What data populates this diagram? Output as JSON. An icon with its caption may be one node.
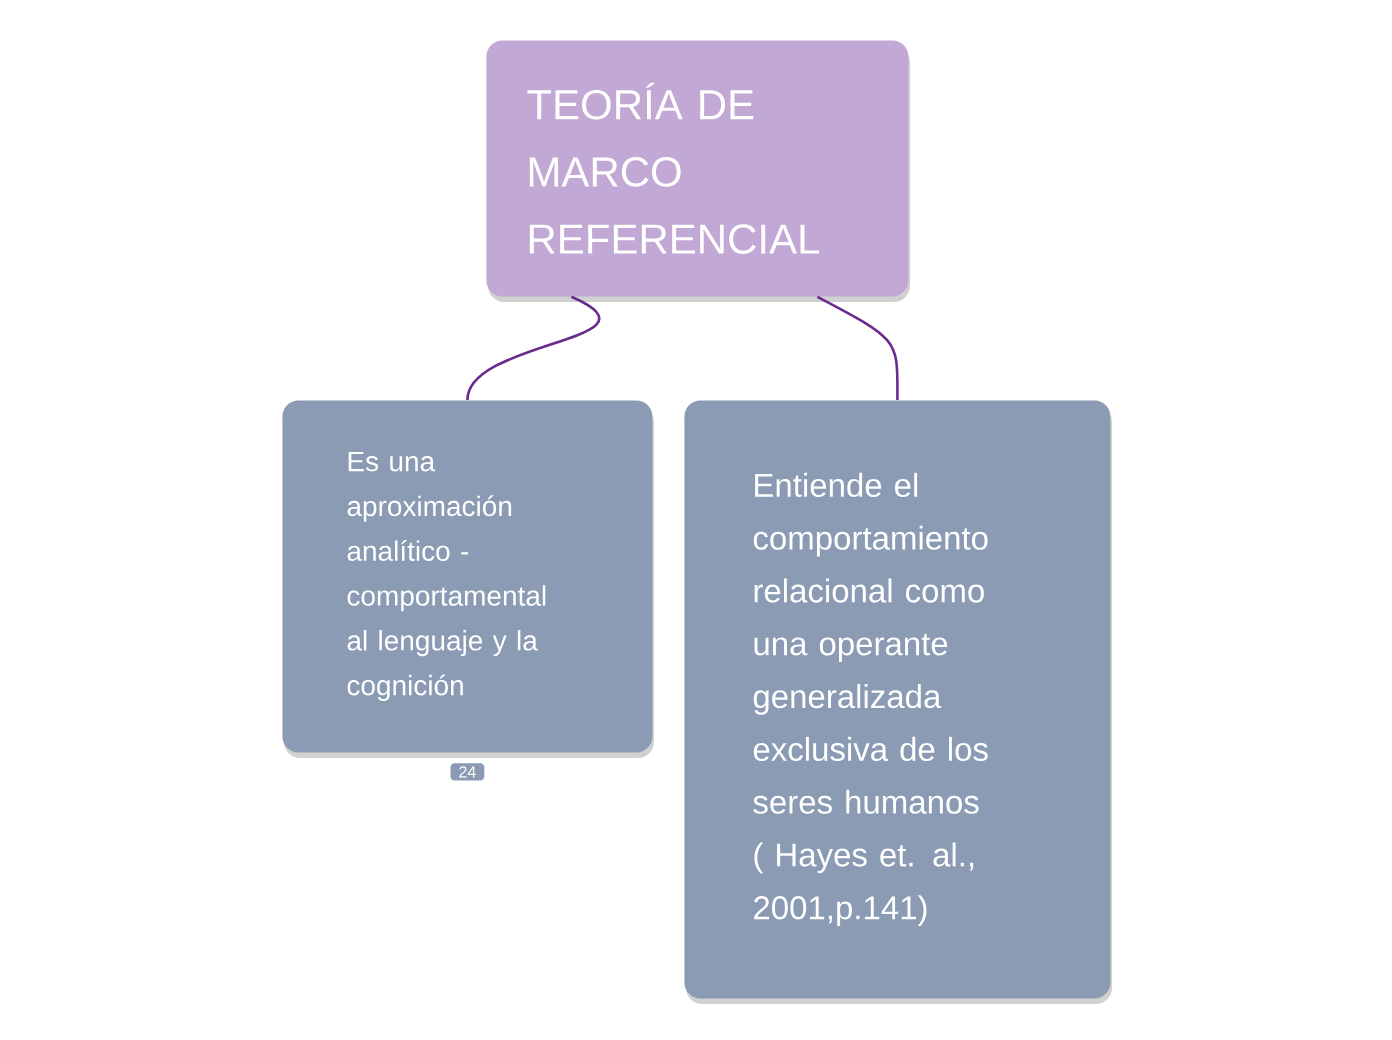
{
  "diagram": {
    "nodes": [
      {
        "text": [
          "TEORÍA DE MARCO REFERENCIAL"
        ]
      },
      {
        "text": [
          "Es una aproximación analítico - comportamental al lenguaje y la cognición"
        ],
        "beside": [
          "24"
        ]
      },
      {
        "text": [
          "Entiende el comportamiento relacional como una operante generalizada exclusiva de los seres humanos ( Hayes et. al., 2001,p.141)"
        ]
      }
    ],
    "edges": [
      {
        "from": 0,
        "to": 1,
        "arrow": "none"
      },
      {
        "from": 0,
        "to": 2,
        "arrow": "none"
      }
    ]
  }
}
